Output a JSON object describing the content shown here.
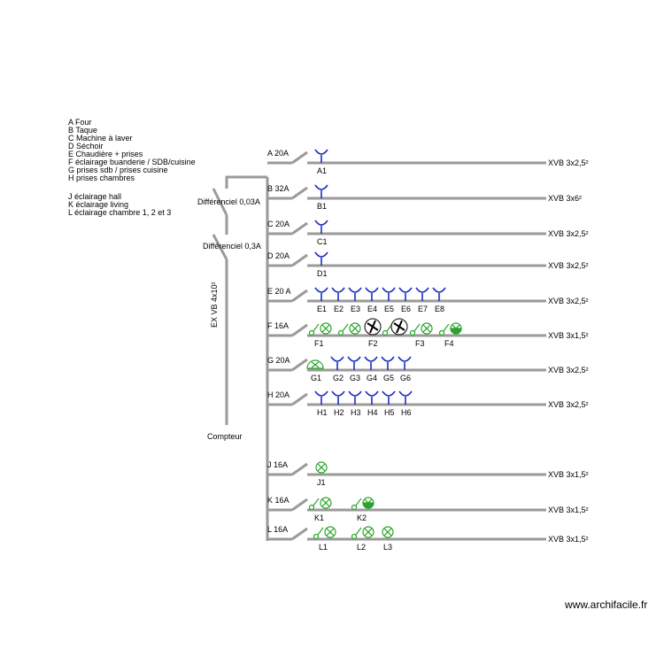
{
  "legend": [
    "A Four",
    "B Taque",
    "C Machine à laver",
    "D Séchoir",
    "E Chaudière + prises",
    "F éclairage buanderie / SDB/cuisine",
    "G prises sdb / prises cuisine",
    "H prises chambres",
    "",
    "J éclairage hall",
    "K éclairage living",
    "L éclairage chambre 1, 2 et 3"
  ],
  "main": {
    "diff1_label": "Différenciel 0,03A",
    "diff2_label": "Différenciel 0,3A",
    "cable_label": "EX VB 4x10²",
    "meter_label": "Compteur"
  },
  "colors": {
    "line": "#9a9a9a",
    "socket": "#1a2fc2",
    "lamp": "#2aa52a",
    "switch": "#2aa52a",
    "fan": "#000000"
  },
  "circuits": [
    {
      "id": "A",
      "breaker": "A 20A",
      "cable": "XVB 3x2,5²",
      "devices": [
        {
          "type": "socket",
          "label": "A1"
        }
      ]
    },
    {
      "id": "B",
      "breaker": "B 32A",
      "cable": "XVB 3x6²",
      "devices": [
        {
          "type": "socket",
          "label": "B1"
        }
      ]
    },
    {
      "id": "C",
      "breaker": "C 20A",
      "cable": "XVB 3x2,5²",
      "devices": [
        {
          "type": "socket",
          "label": "C1"
        }
      ]
    },
    {
      "id": "D",
      "breaker": "D 20A",
      "cable": "XVB 3x2,5²",
      "devices": [
        {
          "type": "socket",
          "label": "D1"
        }
      ]
    },
    {
      "id": "E",
      "breaker": "E 20 A",
      "cable": "XVB 3x2,5²",
      "devices": [
        {
          "type": "socket",
          "label": "E1"
        },
        {
          "type": "socket",
          "label": "E2"
        },
        {
          "type": "socket",
          "label": "E3"
        },
        {
          "type": "socket",
          "label": "E4"
        },
        {
          "type": "socket",
          "label": "E5"
        },
        {
          "type": "socket",
          "label": "E6"
        },
        {
          "type": "socket",
          "label": "E7"
        },
        {
          "type": "socket",
          "label": "E8"
        }
      ]
    },
    {
      "id": "F",
      "breaker": "F 16A",
      "cable": "XVB 3x1,5²",
      "devices": [
        {
          "type": "switch-lamp",
          "label": "F1"
        },
        {
          "type": "switch-lamp",
          "label": ""
        },
        {
          "type": "fan",
          "label": "F2"
        },
        {
          "type": "fan-switch",
          "label": ""
        },
        {
          "type": "switch-lamp",
          "label": "F3"
        },
        {
          "type": "switch-lamp-half",
          "label": "F4"
        }
      ]
    },
    {
      "id": "G",
      "breaker": "G 20A",
      "cable": "XVB 3x2,5²",
      "devices": [
        {
          "type": "dome-lamp",
          "label": "G1"
        },
        {
          "type": "socket",
          "label": "G2"
        },
        {
          "type": "socket",
          "label": "G3"
        },
        {
          "type": "socket",
          "label": "G4"
        },
        {
          "type": "socket",
          "label": "G5"
        },
        {
          "type": "socket",
          "label": "G6"
        }
      ]
    },
    {
      "id": "H",
      "breaker": "H 20A",
      "cable": "XVB 3x2,5²",
      "devices": [
        {
          "type": "socket",
          "label": "H1"
        },
        {
          "type": "socket",
          "label": "H2"
        },
        {
          "type": "socket",
          "label": "H3"
        },
        {
          "type": "socket",
          "label": "H4"
        },
        {
          "type": "socket",
          "label": "H5"
        },
        {
          "type": "socket",
          "label": "H6"
        }
      ]
    },
    {
      "id": "J",
      "breaker": "J 16A",
      "cable": "XVB 3x1,5²",
      "devices": [
        {
          "type": "lamp",
          "label": "J1"
        }
      ]
    },
    {
      "id": "K",
      "breaker": "K 16A",
      "cable": "XVB 3x1,5²",
      "devices": [
        {
          "type": "switch-lamp",
          "label": "K1"
        },
        {
          "type": "switch-lamp-half",
          "label": "K2"
        }
      ]
    },
    {
      "id": "L",
      "breaker": "L 16A",
      "cable": "XVB 3x1,5²",
      "devices": [
        {
          "type": "switch-lamp",
          "label": "L1"
        },
        {
          "type": "switch-lamp",
          "label": "L2"
        },
        {
          "type": "lamp",
          "label": "L3"
        }
      ]
    }
  ],
  "watermark": "www.archifacile.fr"
}
